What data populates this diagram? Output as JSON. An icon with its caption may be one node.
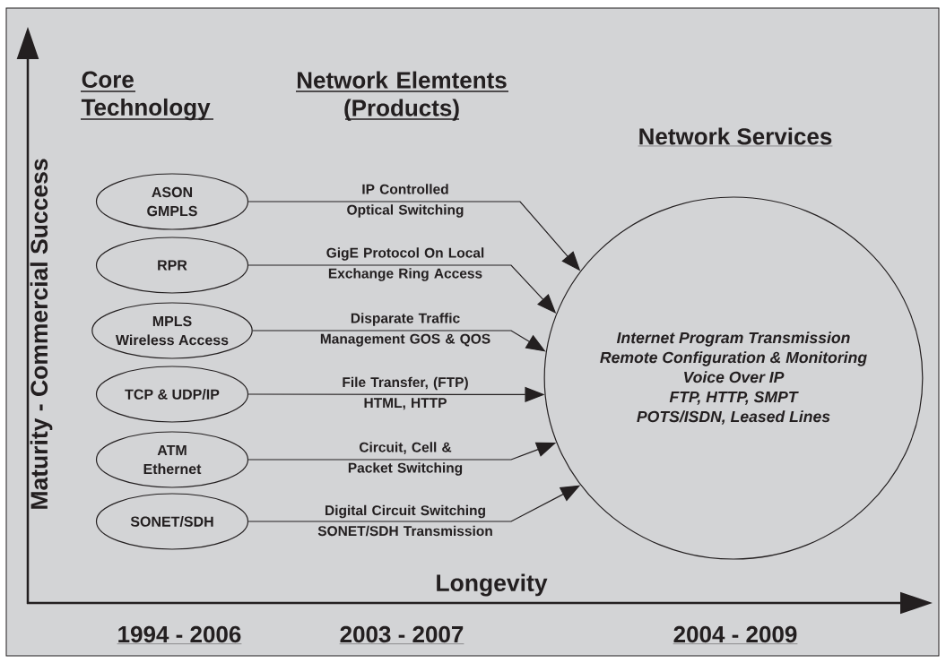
{
  "diagram": {
    "nodes": [
      {
        "text": [
          "ASON",
          "GMPLS"
        ]
      },
      {
        "text": [
          "RPR"
        ]
      },
      {
        "text": [
          "MPLS",
          "Wireless Access"
        ]
      },
      {
        "text": [
          "TCP & UDP/IP"
        ]
      },
      {
        "text": [
          "ATM",
          "Ethernet"
        ]
      },
      {
        "text": [
          "SONET/SDH"
        ]
      },
      {
        "text": [
          "Internet Program Transmission",
          "Remote Configuration & Monitoring",
          "Voice Over IP",
          "FTP, HTTP, SMPT",
          "POTS/ISDN, Leased Lines"
        ]
      }
    ],
    "edges": [
      {
        "from": 0,
        "to": 6,
        "arrow": "to",
        "label": "IP Controlled Optical Switching"
      },
      {
        "from": 1,
        "to": 6,
        "arrow": "to",
        "label": "GigE Protocol On Local Exchange Ring Access"
      },
      {
        "from": 2,
        "to": 6,
        "arrow": "to",
        "label": "Disparate Traffic Management GOS & QOS"
      },
      {
        "from": 3,
        "to": 6,
        "arrow": "to",
        "label": "File Transfer, (FTP) HTML, HTTP"
      },
      {
        "from": 4,
        "to": 6,
        "arrow": "to",
        "label": "Circuit, Cell & Packet Switching"
      },
      {
        "from": 5,
        "to": 6,
        "arrow": "to",
        "label": "Digital Circuit Switching SONET/SDH Transmission"
      }
    ],
    "labels": [
      "Core Technology",
      "Network Elemtents (Products)",
      "Network Services",
      "Maturity - Commercial Success",
      "Longevity",
      "1994 - 2006",
      "2003 - 2007",
      "2004 - 2009"
    ]
  }
}
